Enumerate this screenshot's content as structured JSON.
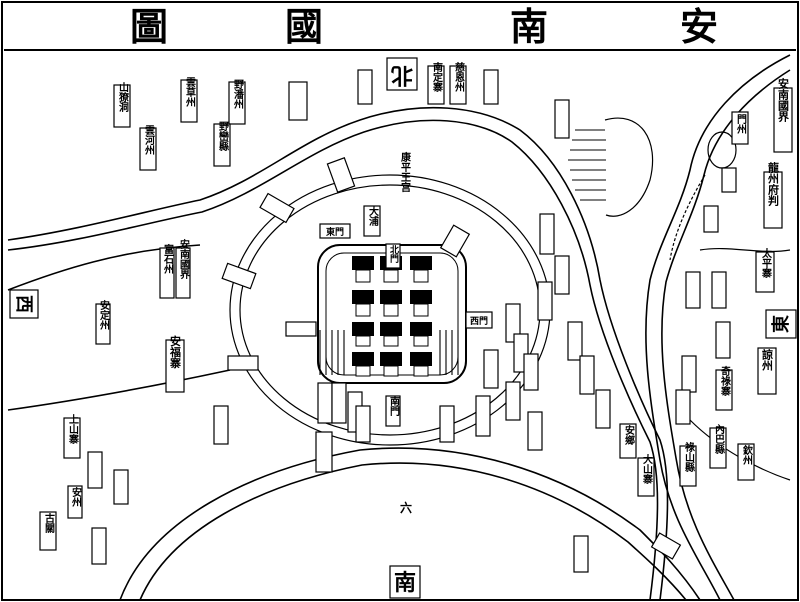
{
  "title": {
    "glyphs": [
      "安",
      "南",
      "國",
      "圖"
    ]
  },
  "directions": {
    "north": "北",
    "south": "南",
    "east": "東",
    "west": "西"
  },
  "labels": [
    {
      "id": "shanxi-zhou",
      "text": "山獠洞"
    },
    {
      "id": "yunzhang-zhou",
      "text": "雲草州"
    },
    {
      "id": "yehe-zhou",
      "text": "雲河州"
    },
    {
      "id": "yegao-zhou",
      "text": "野潘州"
    },
    {
      "id": "yeshang-xian",
      "text": "野巒縣"
    },
    {
      "id": "nanding-zhai",
      "text": "南定寨"
    },
    {
      "id": "zhaoxin-zhou",
      "text": "慈恩州"
    },
    {
      "id": "menzhou",
      "text": "門州"
    },
    {
      "id": "annan-guojie",
      "text": "安南國界"
    },
    {
      "id": "longzhou-fu",
      "text": "龍州府判"
    },
    {
      "id": "taiping-zhai",
      "text": "太平寨"
    },
    {
      "id": "jiangzhou",
      "text": "諒州"
    },
    {
      "id": "qilu-zhai",
      "text": "奇祿寨"
    },
    {
      "id": "neiba-xian",
      "text": "內巴縣"
    },
    {
      "id": "qianzhou",
      "text": "欽州"
    },
    {
      "id": "lushan-xian",
      "text": "祿山縣"
    },
    {
      "id": "aiming",
      "text": "安鄉"
    },
    {
      "id": "dashan-zhai",
      "text": "大山寨"
    },
    {
      "id": "fushi",
      "text": "富石州"
    },
    {
      "id": "anfu-zhou",
      "text": "安南國界"
    },
    {
      "id": "anbai-zhai",
      "text": "安福寨"
    },
    {
      "id": "anding-zhou",
      "text": "安定州"
    },
    {
      "id": "shangshan",
      "text": "上山寨"
    },
    {
      "id": "guzheng",
      "text": "古關"
    },
    {
      "id": "xianzhou",
      "text": "安州"
    },
    {
      "id": "dapu",
      "text": "大浦"
    },
    {
      "id": "xiuyuan",
      "text": "東門"
    },
    {
      "id": "nanmen",
      "text": "南門"
    },
    {
      "id": "citizen",
      "text": "康平王宫"
    },
    {
      "id": "liu",
      "text": "六"
    },
    {
      "id": "xiemen",
      "text": "西門"
    },
    {
      "id": "dongmen2",
      "text": "北門"
    }
  ]
}
